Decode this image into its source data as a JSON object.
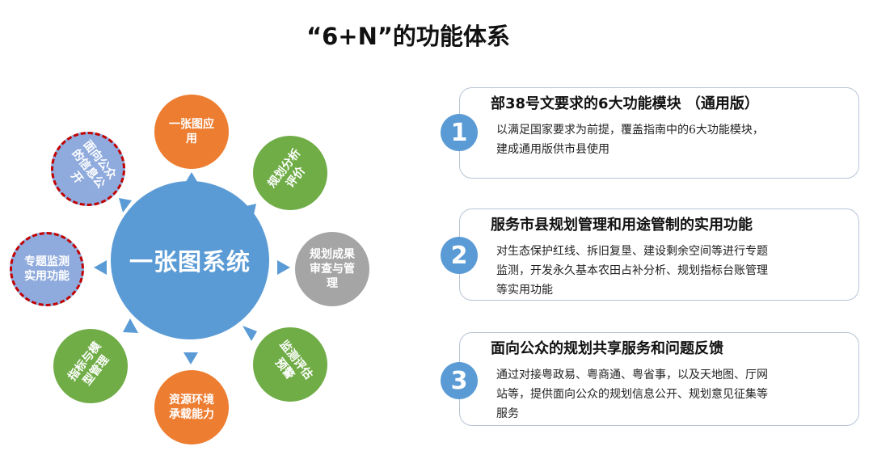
{
  "title": "“6+N”的功能体系",
  "diagram": {
    "center": "一张图系统",
    "nodes": {
      "top": [
        "一张图应",
        "用"
      ],
      "top_right": [
        "规划分析",
        "评价"
      ],
      "right": [
        "规划成果",
        "审查与管",
        "理"
      ],
      "bottom_right": [
        "监测评估",
        "预警"
      ],
      "bottom": [
        "资源环境",
        "承载能力"
      ],
      "bottom_left": [
        "指标与模",
        "型管理"
      ],
      "left": [
        "专题监测",
        "实用功能"
      ],
      "top_left": [
        "面向公众",
        "的信息公",
        "开"
      ]
    },
    "colors": {
      "center": "#5b9bd5",
      "orange": "#ed7d31",
      "green": "#70ad47",
      "gray": "#a5a5a5",
      "light_blue": "#8faadc",
      "dashed_border": "#c00000"
    }
  },
  "cards": [
    {
      "number": "1",
      "title": "部38号文要求的6大功能模块  （通用版）",
      "lines": [
        "以满足国家要求为前提，覆盖指南中的6大功能模块，",
        "建成通用版供市县使用"
      ]
    },
    {
      "number": "2",
      "title": "服务市县规划管理和用途管制的实用功能",
      "lines": [
        "对生态保护红线、拆旧复垦、建设剩余空间等进行专题",
        "监测，开发永久基本农田占补分析、规划指标台账管理",
        "等实用功能"
      ]
    },
    {
      "number": "3",
      "title": "面向公众的规划共享服务和问题反馈",
      "lines": [
        "通过对接粤政易、粤商通、粤省事，以及天地图、厅网",
        "站等，提供面向公众的规划信息公开、规划意见征集等",
        "服务"
      ]
    }
  ]
}
